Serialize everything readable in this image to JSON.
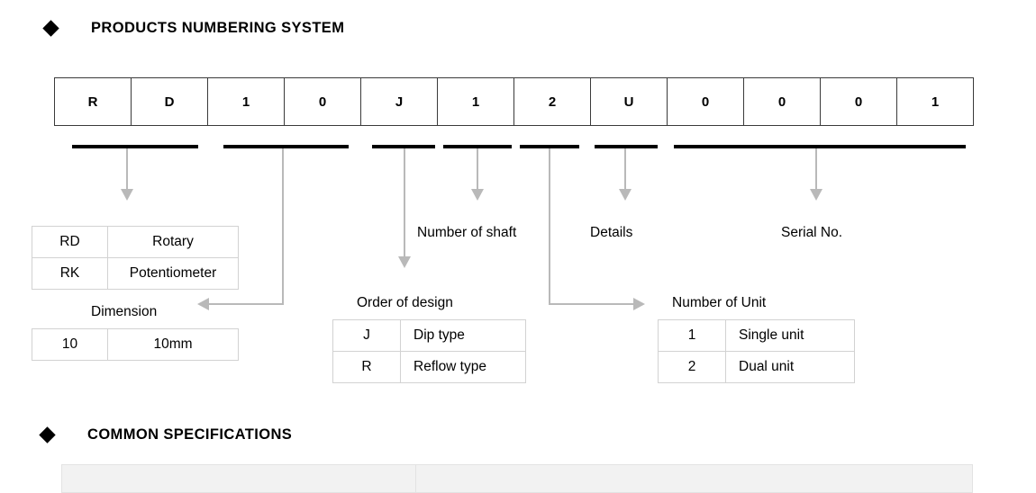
{
  "sections": {
    "numbering": {
      "title": "PRODUCTS NUMBERING SYSTEM",
      "marker": "diamond-bullet"
    },
    "common": {
      "title": "COMMON SPECIFICATIONS",
      "marker": "diamond-bullet"
    }
  },
  "part_number": {
    "cells": [
      "R",
      "D",
      "1",
      "0",
      "J",
      "1",
      "2",
      "U",
      "0",
      "0",
      "0",
      "1"
    ]
  },
  "callouts": {
    "number_of_shaft": "Number of shaft",
    "details": "Details",
    "serial_no": "Serial No.",
    "dimension": "Dimension",
    "order_of_design": "Order of design",
    "number_of_unit": "Number of Unit"
  },
  "legends": {
    "series": {
      "rows": [
        {
          "code": "RD",
          "desc": "Rotary"
        },
        {
          "code": "RK",
          "desc": "Potentiometer"
        }
      ]
    },
    "dimension": {
      "rows": [
        {
          "code": "10",
          "desc": "10mm"
        }
      ]
    },
    "order_of_design": {
      "rows": [
        {
          "code": "J",
          "desc": "Dip type"
        },
        {
          "code": "R",
          "desc": "Reflow type"
        }
      ]
    },
    "number_of_unit": {
      "rows": [
        {
          "code": "1",
          "desc": "Single unit"
        },
        {
          "code": "2",
          "desc": "Dual unit"
        }
      ]
    }
  },
  "spec_table": {
    "header_cells": [
      "",
      ""
    ]
  },
  "colors": {
    "text": "#000000",
    "cell_border": "#3a3a3a",
    "legend_border": "#d2d2d2",
    "bar": "#000000",
    "connector": "#b9b9b9",
    "spec_header_fill": "#f2f2f2"
  }
}
